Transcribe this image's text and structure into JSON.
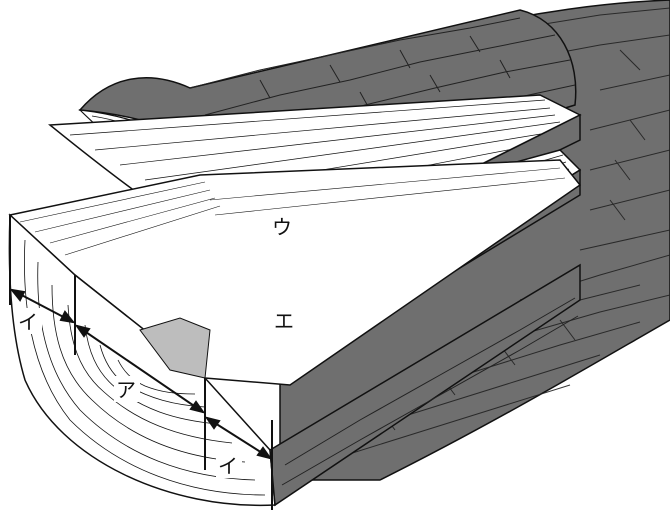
{
  "labels": {
    "a": "ア",
    "i_top": "イ",
    "i_bottom": "イ",
    "u": "ウ",
    "e": "エ"
  },
  "colors": {
    "bark": "#6f6f6f",
    "bark_dark": "#4a4a4a",
    "wood": "#ffffff",
    "line": "#111111",
    "shade": "#bdbdbd"
  }
}
